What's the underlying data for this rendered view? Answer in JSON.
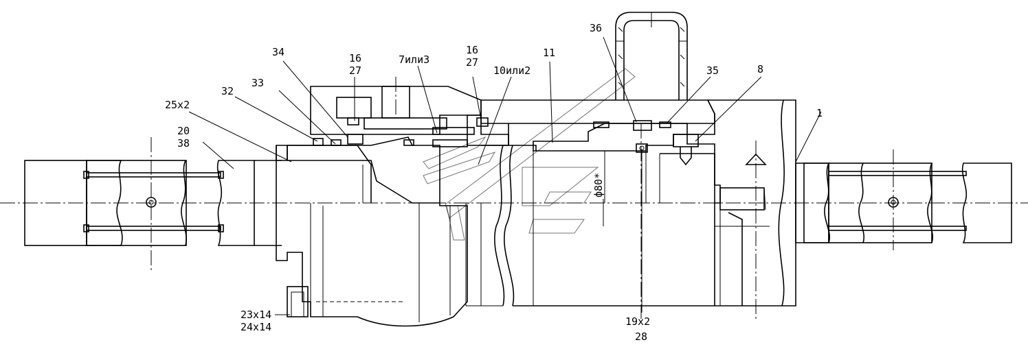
{
  "drawing": {
    "callouts": {
      "c34": "34",
      "c16a": "16",
      "c27a": "27",
      "c7": "7или3",
      "c16b": "16",
      "c27b": "27",
      "c10": "10или2",
      "c11": "11",
      "c36": "36",
      "c35": "35",
      "c8": "8",
      "c32": "32",
      "c33": "33",
      "c25": "25x2",
      "c20": "20",
      "c38": "38",
      "c1": "1",
      "c23": "23x14",
      "c24": "24x14",
      "c19": "19x2",
      "c28": "28",
      "dim": "ф80*"
    }
  }
}
